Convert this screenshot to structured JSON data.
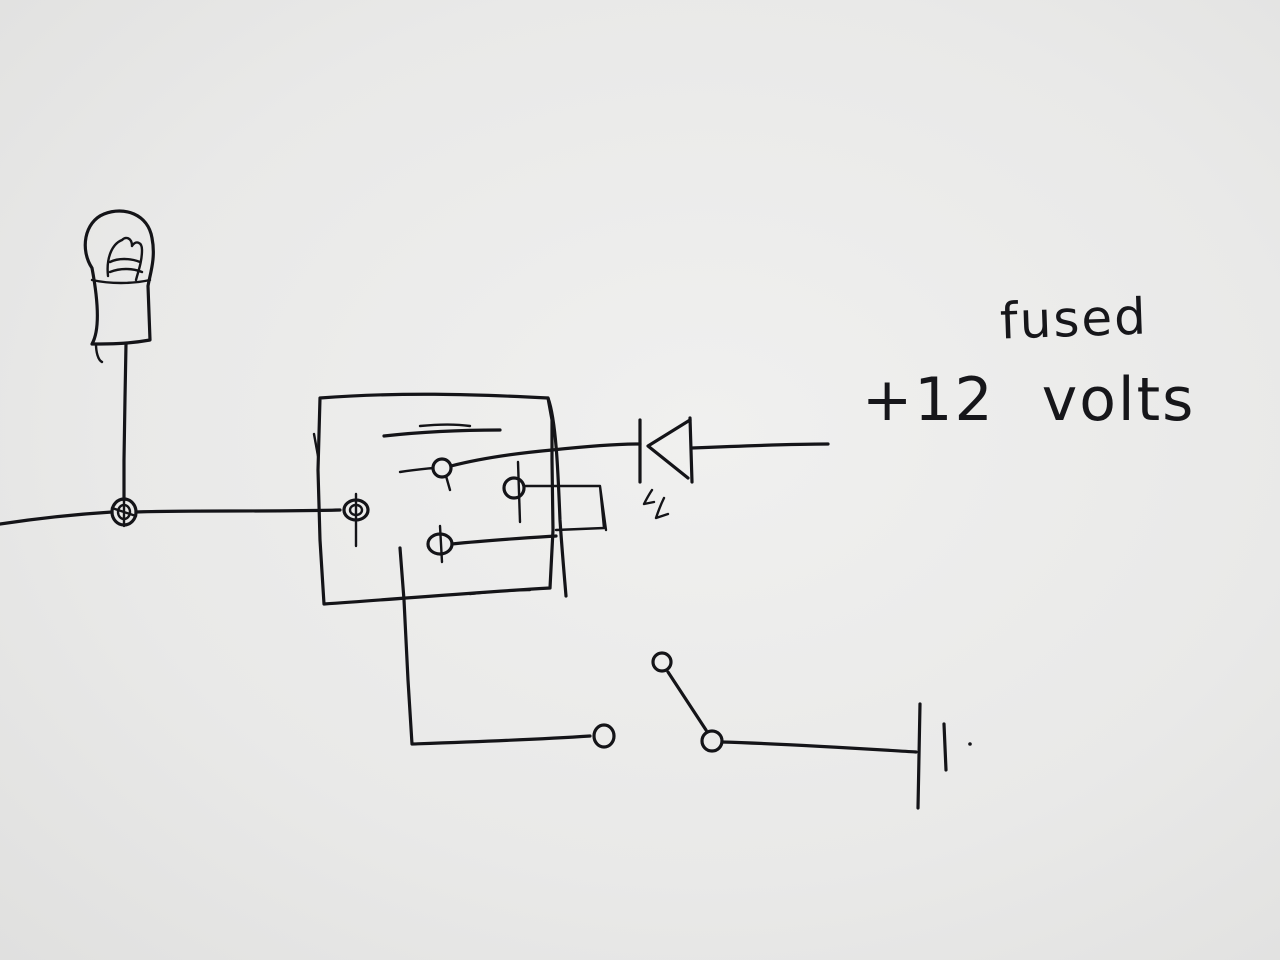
{
  "diagram": {
    "label_line_1": "fused",
    "label_line_2": "+12 volts",
    "ink_color": "#141418",
    "paper_color": "#ebebea",
    "components": [
      "bulb-icon",
      "splice-node",
      "relay-icon",
      "diode-icon",
      "switch-icon",
      "ground-icon"
    ]
  }
}
